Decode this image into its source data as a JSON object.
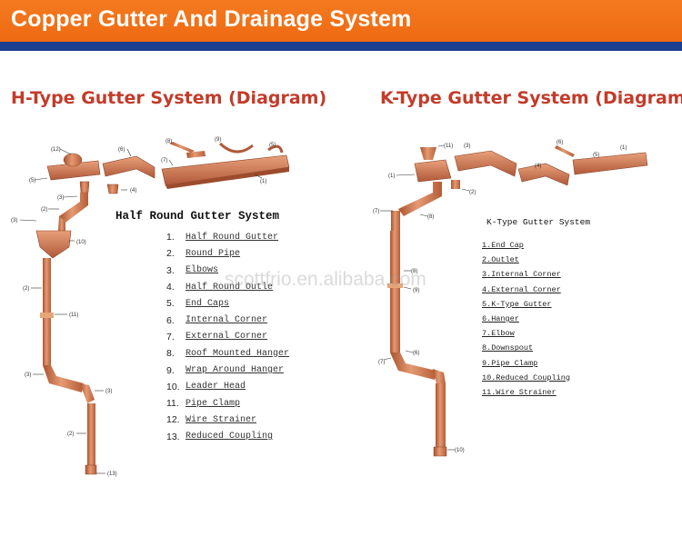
{
  "header": {
    "title": "Copper Gutter And Drainage System",
    "accent_color": "#f47a1f",
    "stripe_color": "#1c3f8f"
  },
  "h_type": {
    "title": "H-Type Gutter System (Diagram)",
    "legend_title": "Half Round Gutter System",
    "items": [
      {
        "num": "1.",
        "label": "Half Round Gutter"
      },
      {
        "num": "2.",
        "label": "Round Pipe"
      },
      {
        "num": "3.",
        "label": "Elbows"
      },
      {
        "num": "4.",
        "label": "Half Round Outle"
      },
      {
        "num": "5.",
        "label": "End Caps"
      },
      {
        "num": "6.",
        "label": "Internal Corner"
      },
      {
        "num": "7.",
        "label": "External Corner"
      },
      {
        "num": "8.",
        "label": "Roof Mounted Hanger"
      },
      {
        "num": "9.",
        "label": "Wrap Around Hanger"
      },
      {
        "num": "10.",
        "label": "Leader Head"
      },
      {
        "num": "11.",
        "label": "Pipe Clamp"
      },
      {
        "num": "12.",
        "label": "Wire Strainer"
      },
      {
        "num": "13.",
        "label": "Reduced Coupling"
      }
    ]
  },
  "k_type": {
    "title": "K-Type Gutter System (Diagram)",
    "legend_title": "K-Type Gutter System",
    "items": [
      "1.End Cap",
      "2.Outlet",
      "3.Internal Corner",
      "4.External Corner",
      "5.K-Type Gutter",
      "6.Hanger",
      "7.Elbow",
      "8.Downspout",
      "9.Pipe Clamp",
      "10.Reduced Coupling",
      "11.Wire Strainer"
    ]
  },
  "watermark": "scottfrio.en.alibaba.com",
  "callouts": {
    "c1": "(1)",
    "c2": "(2)",
    "c3": "(3)",
    "c4": "(4)",
    "c5": "(5)",
    "c6": "(6)",
    "c7": "(7)",
    "c8": "(8)",
    "c9": "(9)",
    "c10": "(10)",
    "c11": "(11)",
    "c12": "(12)",
    "c13": "(13)"
  },
  "copper_color": "#c8704a"
}
